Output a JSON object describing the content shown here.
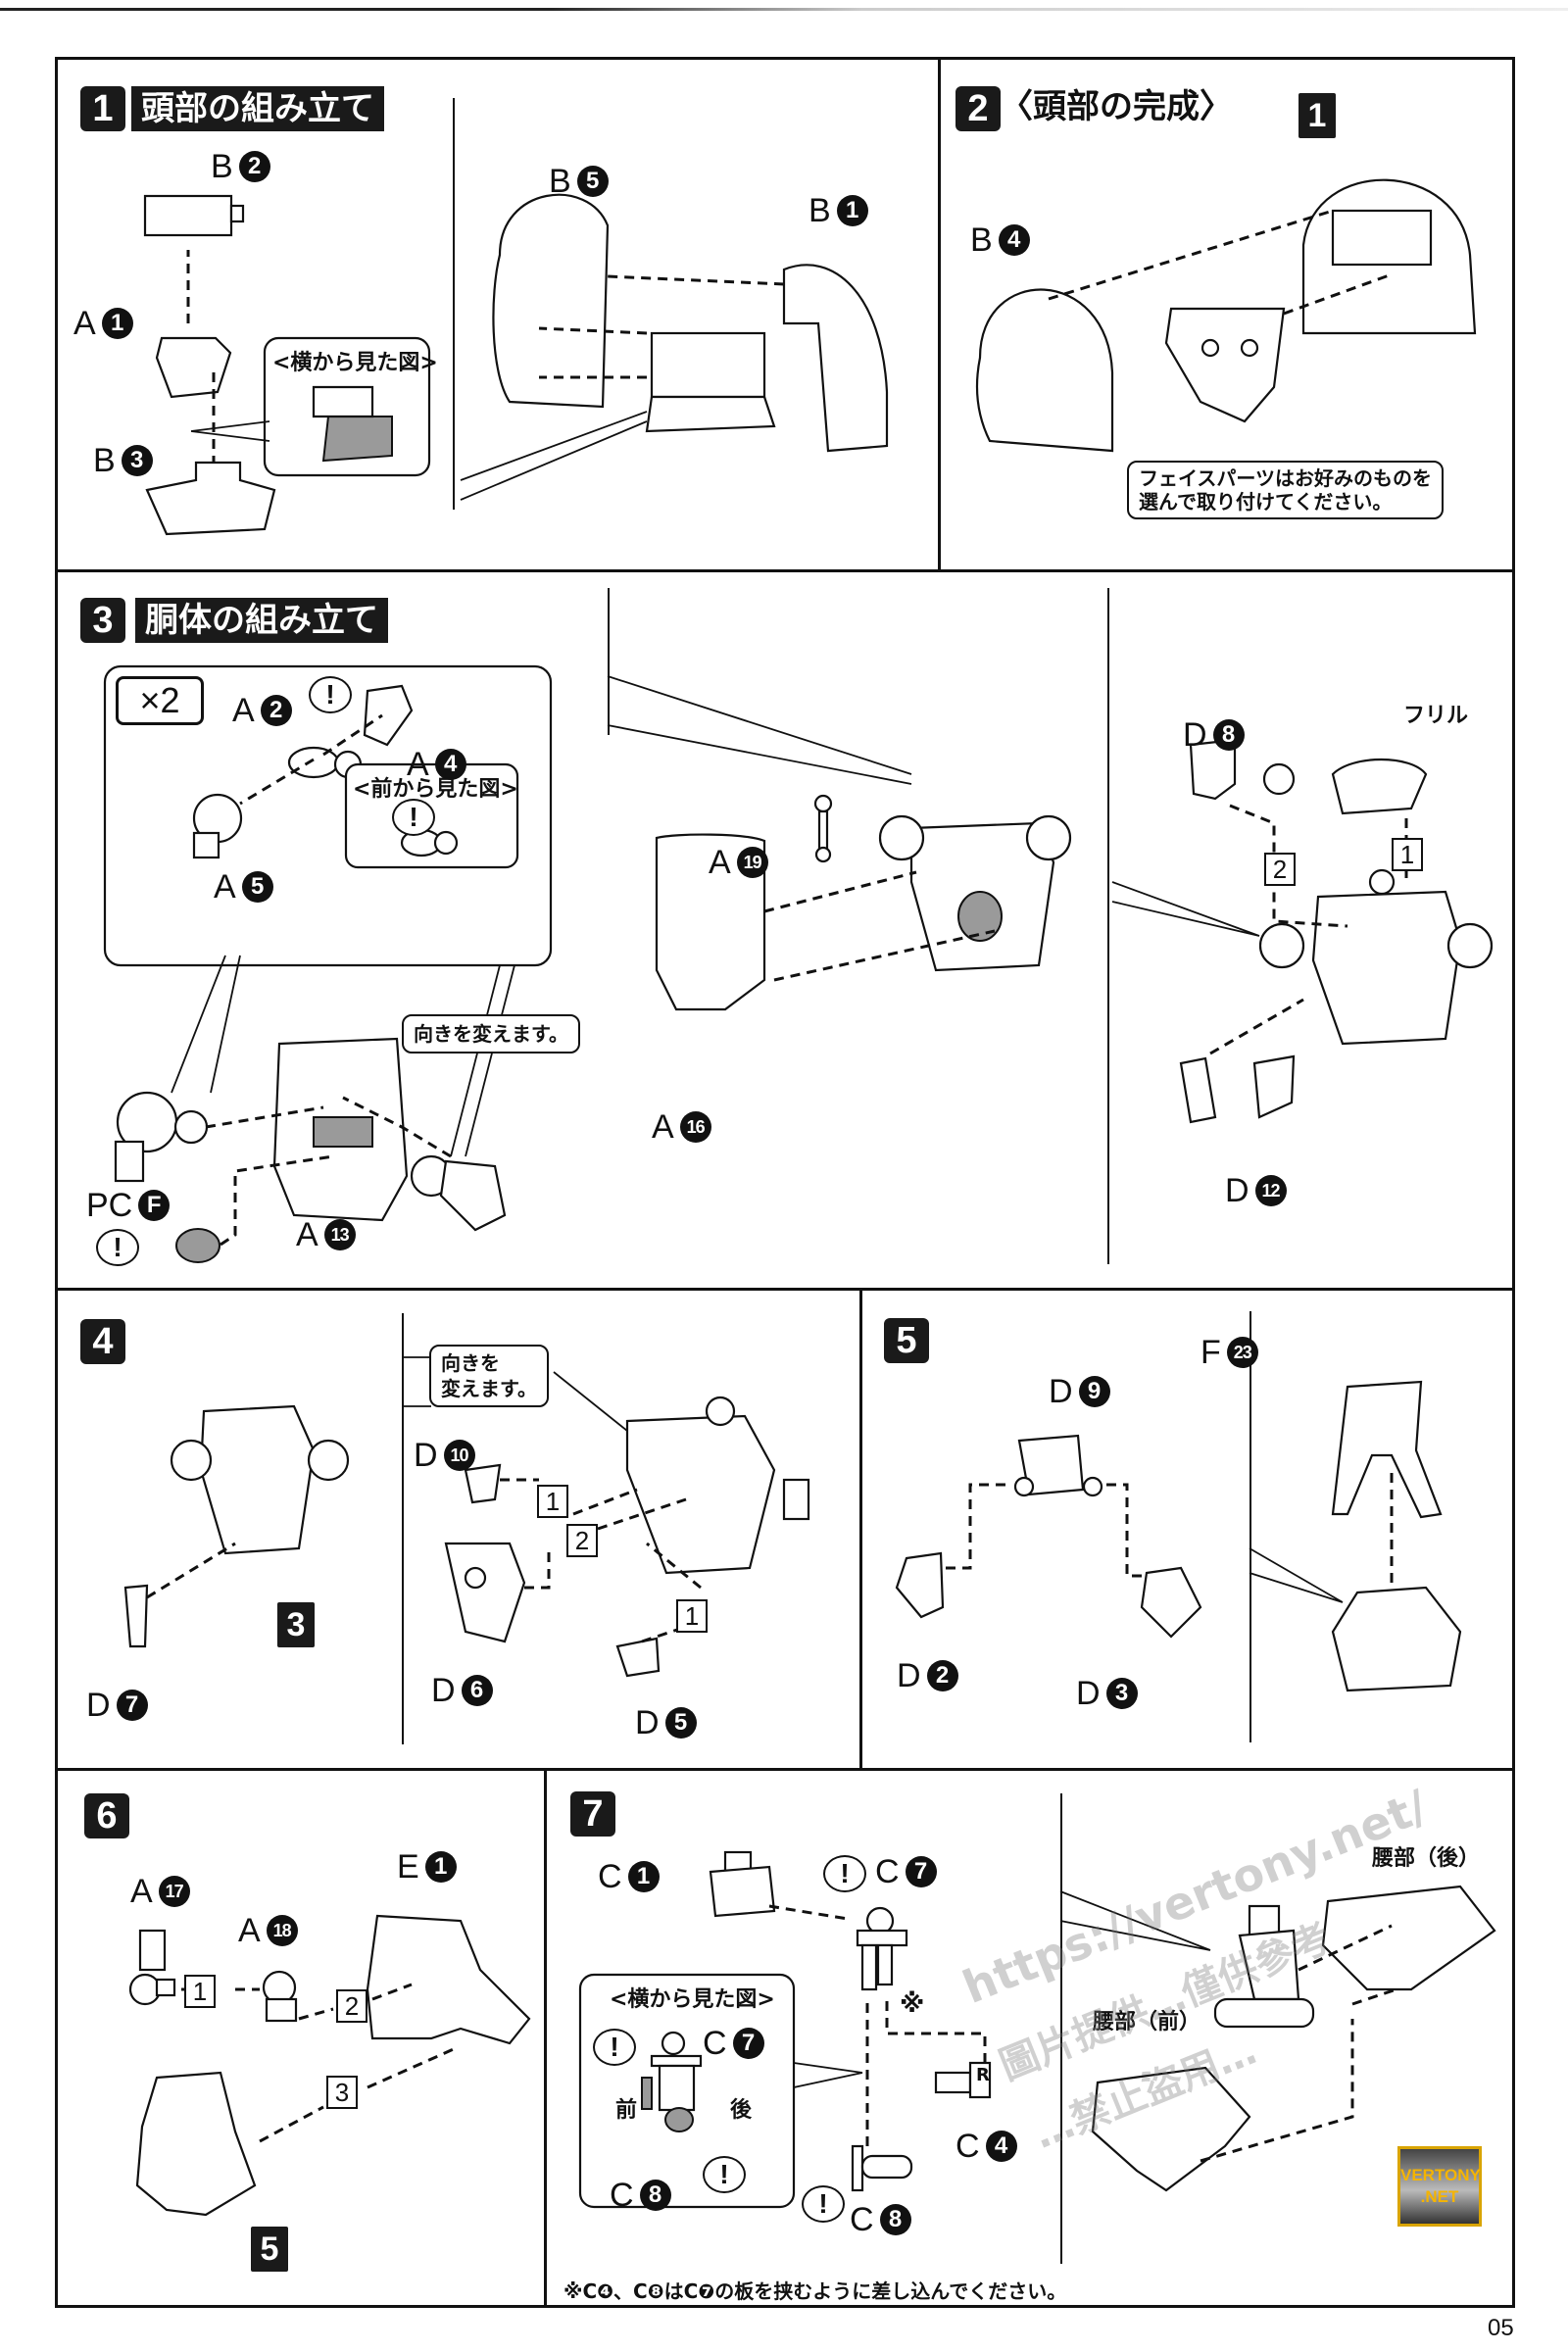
{
  "page": {
    "number": "05"
  },
  "logo": {
    "line1": "VERTONY",
    "line2": ".NET"
  },
  "watermark": {
    "line1": "https://vertony.net/",
    "line2": "圖片提供…僅供參考",
    "line3": "…禁止盜用…"
  },
  "steps": {
    "s1": {
      "number": "1",
      "title": "頭部の組み立て",
      "parts": [
        {
          "sprue": "B",
          "num": "2"
        },
        {
          "sprue": "A",
          "num": "1"
        },
        {
          "sprue": "B",
          "num": "3"
        },
        {
          "sprue": "B",
          "num": "5"
        },
        {
          "sprue": "B",
          "num": "1"
        }
      ],
      "callout_title": "<横から見た図>"
    },
    "s2": {
      "number": "2",
      "title": "〈頭部の完成〉",
      "ref_step": "1",
      "parts": [
        {
          "sprue": "B",
          "num": "4"
        }
      ],
      "note_line1": "フェイスパーツはお好みのものを",
      "note_line2": "選んで取り付けてください。"
    },
    "s3": {
      "number": "3",
      "title": "胴体の組み立て",
      "multiplier": "×2",
      "callout_title": "<前から見た図>",
      "note": "向きを変えます。",
      "frill_label": "フリル",
      "warning": "!",
      "parts": [
        {
          "sprue": "A",
          "num": "2"
        },
        {
          "sprue": "A",
          "num": "4"
        },
        {
          "sprue": "A",
          "num": "5"
        },
        {
          "sprue": "PC",
          "num": "F"
        },
        {
          "sprue": "A",
          "num": "13"
        },
        {
          "sprue": "A",
          "num": "19"
        },
        {
          "sprue": "A",
          "num": "16"
        },
        {
          "sprue": "D",
          "num": "8"
        },
        {
          "sprue": "D",
          "num": "12"
        }
      ],
      "order": [
        "1",
        "2"
      ]
    },
    "s4": {
      "number": "4",
      "ref_step": "3",
      "note_line1": "向きを",
      "note_line2": "変えます。",
      "parts": [
        {
          "sprue": "D",
          "num": "7"
        },
        {
          "sprue": "D",
          "num": "10"
        },
        {
          "sprue": "D",
          "num": "6"
        },
        {
          "sprue": "D",
          "num": "5"
        }
      ],
      "order": [
        "1",
        "2",
        "1"
      ]
    },
    "s5": {
      "number": "5",
      "parts": [
        {
          "sprue": "D",
          "num": "9"
        },
        {
          "sprue": "D",
          "num": "2"
        },
        {
          "sprue": "D",
          "num": "3"
        },
        {
          "sprue": "F",
          "num": "23"
        }
      ]
    },
    "s6": {
      "number": "6",
      "ref_step": "5",
      "parts": [
        {
          "sprue": "A",
          "num": "17"
        },
        {
          "sprue": "A",
          "num": "18"
        },
        {
          "sprue": "E",
          "num": "1"
        }
      ],
      "order": [
        "1",
        "2",
        "3"
      ]
    },
    "s7": {
      "number": "7",
      "callout_title": "<横から見た図>",
      "front": "前",
      "back": "後",
      "ref_mark": "※",
      "r_mark": "R",
      "waist_back": "腰部（後）",
      "waist_front": "腰部（前）",
      "footnote": "※C❹、C❽はC❼の板を挟むように差し込んでください。",
      "parts": [
        {
          "sprue": "C",
          "num": "1"
        },
        {
          "sprue": "C",
          "num": "7"
        },
        {
          "sprue": "C",
          "num": "4"
        },
        {
          "sprue": "C",
          "num": "8"
        },
        {
          "sprue": "C",
          "num": "7"
        },
        {
          "sprue": "C",
          "num": "8"
        }
      ]
    }
  }
}
